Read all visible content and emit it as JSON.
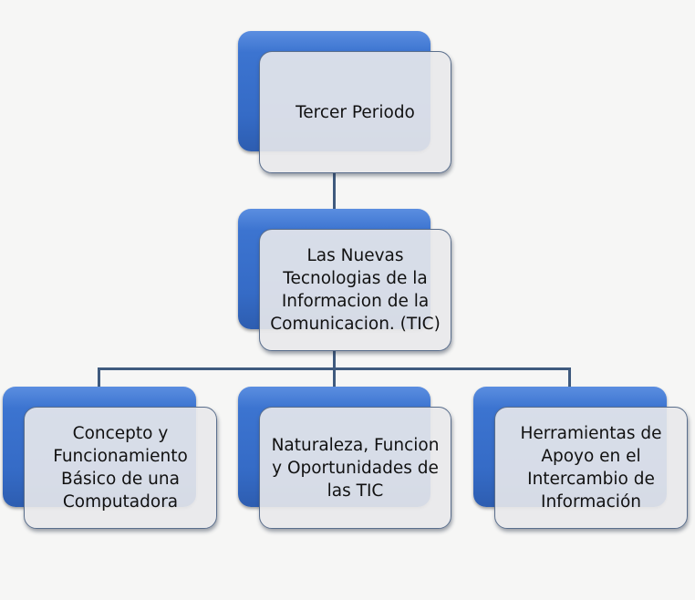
{
  "diagram": {
    "type": "hierarchy",
    "colors": {
      "background": "#f6f6f5",
      "back_box": "#3a70cc",
      "front_box": "#e9e9eb",
      "connector": "#3f5a7e",
      "text": "#111111"
    },
    "root": {
      "label": "Tercer Periodo"
    },
    "level1": {
      "label": "Las Nuevas\nTecnologias de la\nInformacion de la\nComunicacion. (TIC)"
    },
    "children": [
      {
        "label": "Concepto y\nFuncionamiento\nBásico de una\nComputadora"
      },
      {
        "label": "Naturaleza, Funcion\ny Oportunidades de\nlas TIC"
      },
      {
        "label": "Herramientas de\nApoyo en el\nIntercambio de\nInformación"
      }
    ]
  }
}
